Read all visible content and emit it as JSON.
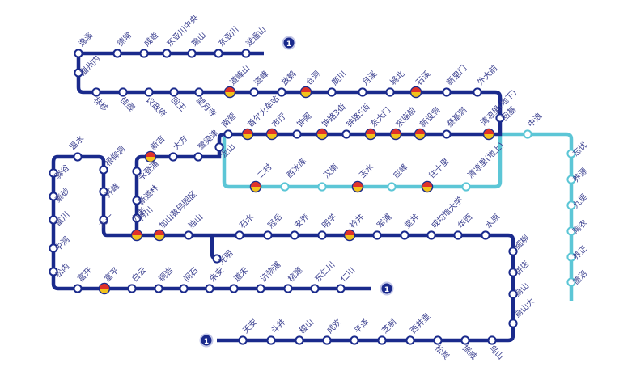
{
  "line_colors": {
    "line1": "#1a2a8c",
    "line2": "#5cc6d6",
    "transfer_red": "#e0322a",
    "transfer_yellow": "#f2c21b"
  },
  "line1": {
    "terminal_badge": "1",
    "stations": {
      "s01": "逸溪",
      "s02": "德常",
      "s03": "成沓",
      "s04": "东亚川中央",
      "s05": "瑜山",
      "s06": "东亚川",
      "s07": "逆遥山",
      "s08": "崩州内",
      "s09": "林核",
      "s10": "佳缨",
      "s11": "议政府",
      "s12": "回王",
      "s13": "望月寺",
      "s14": "道峰山",
      "s15": "道峰",
      "s16": "放鹤",
      "s17": "仓洞",
      "s18": "鹿川",
      "s19": "月溪",
      "s20": "城北",
      "s21": "石溪",
      "s22": "新里门",
      "s23": "外大前",
      "s24": "回基",
      "s25": "清凉里(地下)",
      "s26": "祭基洞",
      "s27": "新设洞",
      "s28": "东庙前",
      "s29": "东大门",
      "s30": "钟路5街",
      "s31": "钟路3街",
      "s32": "钟阁",
      "s33": "市厅",
      "s34": "首尔火车站",
      "s35": "南营",
      "s36": "龙山",
      "s37": "鹭梁津",
      "s38": "大方",
      "s39": "新吉",
      "s40": "永登浦",
      "s41": "新道林",
      "s42": "九老",
      "s43": "加山数码园区",
      "s44": "衿川",
      "s45": "九一",
      "s46": "开峰",
      "s47": "梧柳洞",
      "s48": "温水",
      "s49": "驿谷",
      "s50": "素砂",
      "s51": "富川",
      "s52": "中洞",
      "s53": "松内",
      "s54": "富开",
      "s55": "富平",
      "s56": "白云",
      "s57": "铜岩",
      "s58": "间石",
      "s59": "朱安",
      "s60": "道禾",
      "s61": "济物浦",
      "s62": "桃源",
      "s63": "东仁川",
      "s64": "仁川",
      "s65": "独山",
      "s66": "石水",
      "s67": "冠岳",
      "s68": "安养",
      "s69": "明学",
      "s70": "衿井",
      "s71": "军浦",
      "s72": "堂井",
      "s73": "成均馆大学",
      "s74": "华西",
      "s75": "水原",
      "s76": "光明",
      "s77": "细柳",
      "s78": "饼店",
      "s79": "烏山",
      "s80": "烏山大",
      "s81": "天安",
      "s82": "斗井",
      "s83": "稷山",
      "s84": "成欢",
      "s85": "平泽",
      "s86": "芝制",
      "s87": "西井里",
      "s88": "松炭",
      "s89": "振威",
      "s90": "乌山"
    }
  },
  "line2": {
    "stations": {
      "t01": "中浪",
      "t02": "忘忧",
      "t03": "养源",
      "t04": "九里",
      "t05": "陶农",
      "t06": "养正",
      "t07": "德沼",
      "t08": "二村",
      "t09": "西冰库",
      "t10": "汉南",
      "t11": "玉水",
      "t12": "应峰",
      "t13": "往十里",
      "t14": "清凉里(地上)"
    }
  }
}
